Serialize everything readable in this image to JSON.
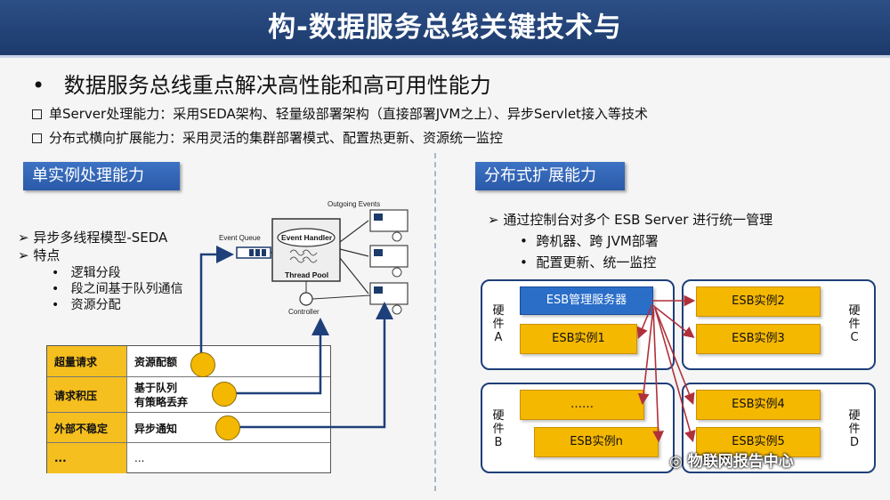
{
  "title": "构-数据服务总线关键技术与",
  "main_bullet": "数据服务总线重点解决高性能和高可用性能力",
  "sub_points": [
    "单Server处理能力：采用SEDA架构、轻量级部署架构（直接部署JVM之上）、异步Servlet接入等技术",
    "分布式横向扩展能力：采用灵活的集群部署模式、配置热更新、资源统一监控"
  ],
  "left": {
    "header": "单实例处理能力",
    "items": [
      "异步多线程模型-SEDA",
      "特点"
    ],
    "sub_items": [
      "逻辑分段",
      "段之间基于队列通信",
      "资源分配"
    ],
    "diagram": {
      "outgoing_events": "Outgoing Events",
      "event_queue": "Event Queue",
      "event_handler": "Event Handler",
      "thread_pool": "Thread Pool",
      "controller": "Controller"
    },
    "table": [
      {
        "left": "超量请求",
        "right": "资源配额"
      },
      {
        "left": "请求积压",
        "right": "基于队列\n有策略丢弃"
      },
      {
        "left": "外部不稳定",
        "right": "异步通知"
      },
      {
        "left": "...",
        "right": "..."
      }
    ]
  },
  "right": {
    "header": "分布式扩展能力",
    "items": [
      "通过控制台对多个 ESB Server 进行统一管理"
    ],
    "sub_items": [
      "跨机器、跨 JVM部署",
      "配置更新、统一监控"
    ],
    "hw_labels": [
      "硬件A",
      "硬件C",
      "硬件B",
      "硬件D"
    ],
    "manager": "ESB管理服务器",
    "instances": [
      "ESB实例1",
      "ESB实例2",
      "ESB实例3",
      "……",
      "ESB实例4",
      "ESB实例n",
      "ESB实例5"
    ]
  },
  "watermark": "物联网报告中心",
  "colors": {
    "title_bg": "#1c3a6b",
    "header_bg": "#2a5aa8",
    "accent_yellow": "#f5b800",
    "arrow_red": "#b0303a"
  }
}
